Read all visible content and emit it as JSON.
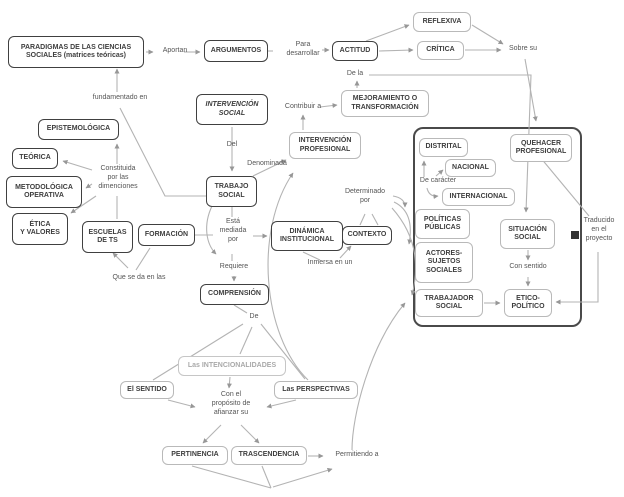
{
  "diagram_type": "concept-map",
  "nodes": {
    "paradigmas": "PARADIGMAS DE LAS CIENCIAS\nSOCIALES (matrices teóricas)",
    "argumentos": "ARGUMENTOS",
    "actitud": "ACTITUD",
    "reflexiva": "REFLEXIVA",
    "critica": "CRÍTICA",
    "epistemologica": "EPISTEMOLÓGICA",
    "teorica": "TEÓRICA",
    "metodologica_operativa": "METODOLÓGICA\nOPERATIVA",
    "etica_y_valores": "ÉTICA\nY VALORES",
    "escuelas_de_ts": "ESCUELAS\nDE TS",
    "formacion": "FORMACIÓN",
    "intervencion_social": "INTERVENCIÓN\nSOCIAL",
    "trabajo_social": "TRABAJO\nSOCIAL",
    "intervencion_profesional": "INTERVENCIÓN\nPROFESIONAL",
    "mejoramiento": "MEJORAMIENTO O\nTRANSFORMACIÓN",
    "dinamica_institucional": "DINÁMICA\nINSTITUCIONAL",
    "contexto": "CONTEXTO",
    "comprension": "COMPRENSIÓN",
    "distrital": "DISTRITAL",
    "nacional": "NACIONAL",
    "internacional": "INTERNACIONAL",
    "politicas_publicas": "POLÍTICAS\nPÚBLICAS",
    "actores_sujetos": "ACTORES-\nSUJETOS\nSOCIALES",
    "trabajador_social": "TRABAJADOR\nSOCIAL",
    "situacion_social": "SITUACIÓN\nSOCIAL",
    "etico_politico": "ETICO-\nPOLÍTICO",
    "quehacer_profesional": "QUEHACER\nPROFESIONAL",
    "intencionalidades": "Las INTENCIONALIDADES",
    "el_sentido": "El SENTIDO",
    "las_perspectivas": "Las PERSPECTIVAS",
    "pertinencia": "PERTINENCIA",
    "trascendencia": "TRASCENDENCIA"
  },
  "labels": {
    "aportan": "Aportan",
    "para_desarrollar": "Para\ndesarrollar",
    "sobre_su": "Sobre su",
    "fundamentado_en": "fundamentado en",
    "constituida": "Constituida\npor las\ndimenciones",
    "que_se_da": "Que se da en las",
    "del": "Del",
    "denominada": "Denominada",
    "contribuir_a": "Contribuir a",
    "de_la": "De la",
    "esta_mediada": "Está\nmediada\npor",
    "requiere": "Requiere",
    "de": "De",
    "inmersa": "Inmersa en un",
    "determinado": "Determinado\npor",
    "de_caracter": "De carácter",
    "con_sentido": "Con sentido",
    "traducido": "Traducido\nen el\nproyecto",
    "con_proposito": "Con el\npropósito de\nafianzar su",
    "permitiendo_a": "Permitiendo a"
  },
  "colors": {
    "background": "#ffffff",
    "dark_border": "#404040",
    "light_border": "#b9b9b9",
    "container_border": "#4a4a4a",
    "line": "#b3b3b3",
    "node_text": "#3e3e3e",
    "label_text": "#555555",
    "ghost_text": "#a9a9a9",
    "square_marker": "#333333"
  }
}
